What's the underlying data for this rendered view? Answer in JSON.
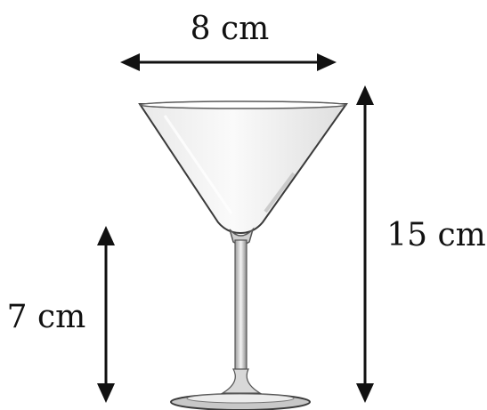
{
  "labels": {
    "rim_width": "8 cm",
    "total_height": "15 cm",
    "stem_height": "7 cm"
  },
  "icon": "martini-glass",
  "colors": {
    "ink": "#111111",
    "glass_outline": "#3a3a3a",
    "glass_fill": "#f2f2f2"
  }
}
